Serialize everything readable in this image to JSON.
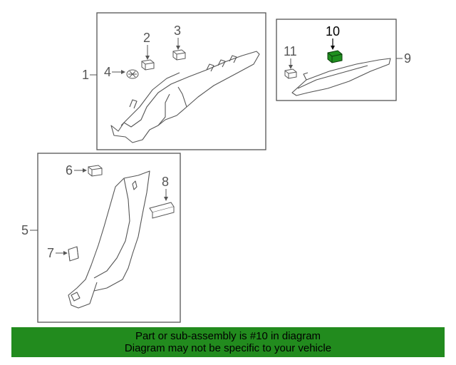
{
  "diagram": {
    "callouts": {
      "c1": "1",
      "c2": "2",
      "c3": "3",
      "c4": "4",
      "c5": "5",
      "c6": "6",
      "c7": "7",
      "c8": "8",
      "c9": "9",
      "c10": "10",
      "c11": "11"
    },
    "highlight_color": "#1f8f1f"
  },
  "banner": {
    "line1": "Part or sub-assembly is #10 in diagram",
    "line2": "Diagram may not be specific to your vehicle",
    "background": "#228b1e"
  }
}
